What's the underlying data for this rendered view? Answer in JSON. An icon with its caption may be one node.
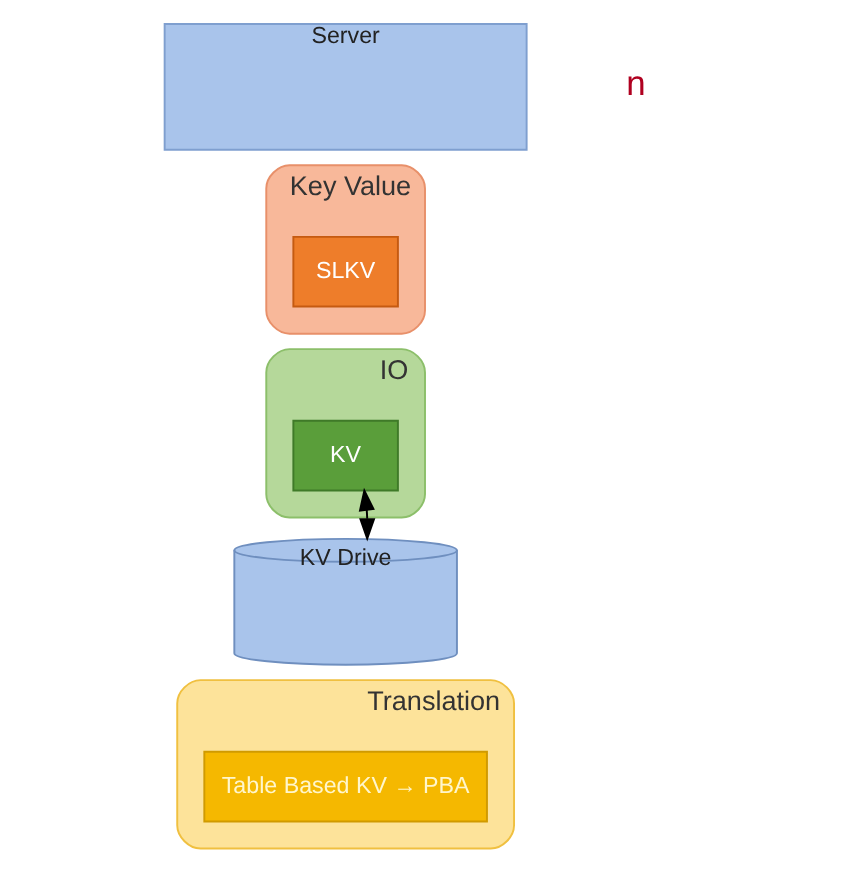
{
  "diagram": {
    "nodes": [
      {
        "text": [
          "Server"
        ]
      },
      {
        "text": [
          "Key Value"
        ]
      },
      {
        "text": [
          "SLKV"
        ],
        "in": 1
      },
      {
        "text": [
          "IO"
        ]
      },
      {
        "text": [
          "KV"
        ],
        "in": 3
      },
      {
        "text": [
          "KV Drive"
        ]
      },
      {
        "text": [
          "Translation"
        ]
      },
      {
        "text": [
          "Table Based KV → PBA"
        ],
        "in": 6
      }
    ],
    "edges": [
      {
        "from": 4,
        "to": 5,
        "arrow": "both"
      }
    ],
    "labels": [
      "n"
    ]
  }
}
